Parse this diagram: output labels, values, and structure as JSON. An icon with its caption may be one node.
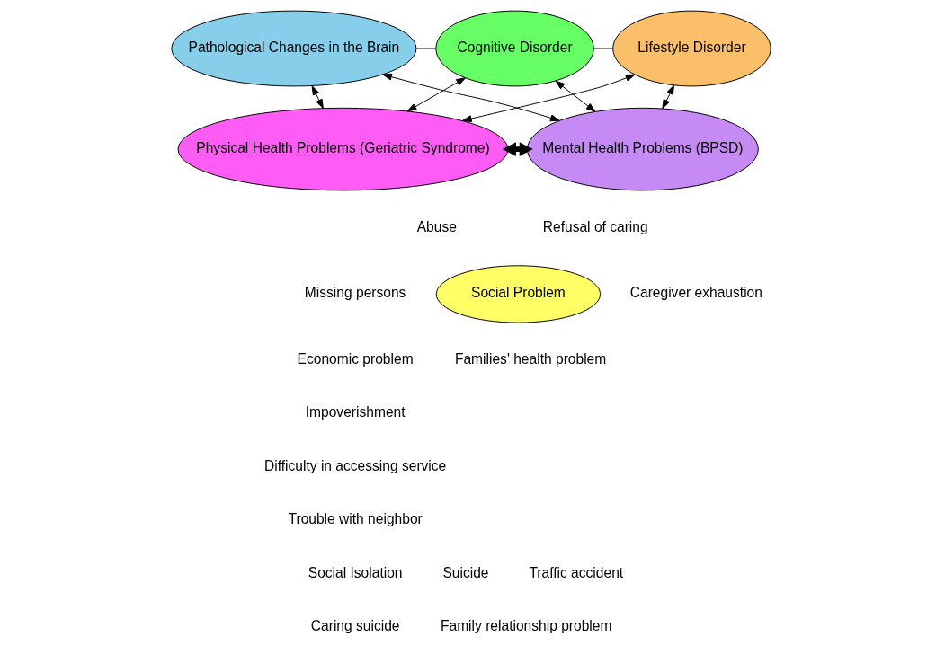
{
  "diagram": {
    "nodes": [
      {
        "text": [
          "Pathological Changes in the Brain"
        ]
      },
      {
        "text": [
          "Cognitive Disorder"
        ]
      },
      {
        "text": [
          "Lifestyle Disorder"
        ]
      },
      {
        "text": [
          "Physical Health Problems (Geriatric Syndrome)"
        ]
      },
      {
        "text": [
          "Mental Health Problems (BPSD)"
        ]
      },
      {
        "text": [
          "Social Problem"
        ]
      }
    ],
    "edges": [
      {
        "from": 0,
        "to": 1,
        "arrow": "none"
      },
      {
        "from": 1,
        "to": 2,
        "arrow": "none"
      },
      {
        "from": 0,
        "to": 3,
        "arrow": "both"
      },
      {
        "from": 0,
        "to": 4,
        "arrow": "both"
      },
      {
        "from": 1,
        "to": 3,
        "arrow": "both"
      },
      {
        "from": 1,
        "to": 4,
        "arrow": "both"
      },
      {
        "from": 2,
        "to": 3,
        "arrow": "both"
      },
      {
        "from": 2,
        "to": 4,
        "arrow": "both"
      },
      {
        "from": 3,
        "to": 4,
        "arrow": "both",
        "style": "thick"
      }
    ],
    "labels": [
      "Abuse",
      "Refusal of caring",
      "Missing persons",
      "Caregiver exhaustion",
      "Economic problem",
      "Families' health problem",
      "Impoverishment",
      "Difficulty in accessing service",
      "Trouble with neighbor",
      "Social Isolation",
      "Suicide",
      "Traffic accident",
      "Caring suicide",
      "Family relationship problem"
    ]
  }
}
